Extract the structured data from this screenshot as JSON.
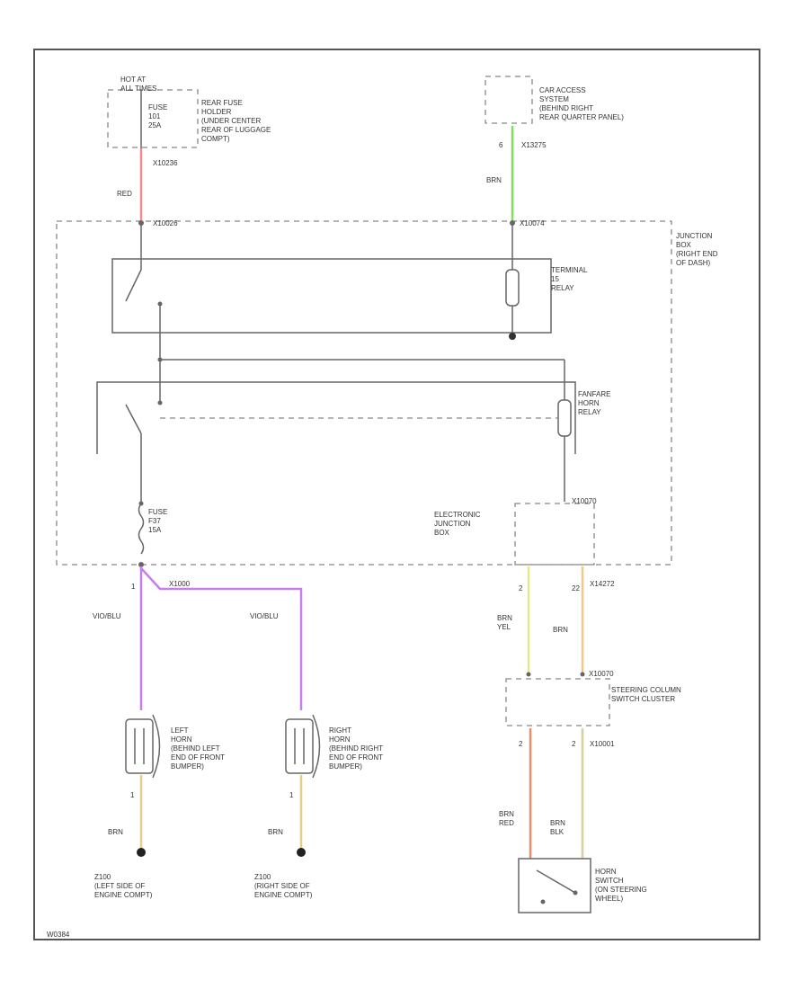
{
  "fuse_source": {
    "hot_label": "HOT AT\nALL TIMES",
    "fuse_label": "FUSE\n101\n25A",
    "location": "REAR FUSE\nHOLDER\n(UNDER CENTER\nREAR OF LUGGAGE\nCOMPT)",
    "connector": "X10236",
    "wire_color": "RED",
    "wire_hex": "#f28a8a"
  },
  "car_access": {
    "label": "CAR ACCESS\nSYSTEM\n(BEHIND RIGHT\nREAR QUARTER PANEL)",
    "pin": "6",
    "connector": "X13275",
    "wire_color": "BRN",
    "wire_hex": "#7fe05a"
  },
  "junction_box": {
    "label": "JUNCTION\nBOX\n(RIGHT END\nOF DASH)",
    "left_connector": "X10026",
    "right_connector": "X10074"
  },
  "terminal_relay": {
    "label": "TERMINAL\n15\nRELAY"
  },
  "fanfare_relay": {
    "label": "FANFARE\nHORN\nRELAY"
  },
  "fuse_horn": {
    "label": "FUSE\nF37\n15A"
  },
  "ejb": {
    "label": "ELECTRONIC\nJUNCTION\nBOX",
    "pin_left": "2",
    "pin_right": "22",
    "connector": "X14272",
    "wire_left_color": "BRN\nYEL",
    "wire_left_hex": "#e8ea8a",
    "wire_right_color": "BRN",
    "wire_right_hex": "#f0c98a",
    "top_connector": "X10070"
  },
  "splice": {
    "pin": "1",
    "connector": "X1000",
    "left_wire": "VIO/BLU",
    "right_wire": "VIO/BLU",
    "wire_hex": "#c77dea"
  },
  "steering_cluster": {
    "label": "STEERING COLUMN\nSWITCH CLUSTER",
    "connector": "X10070",
    "bottom_pin_left": "2",
    "bottom_pin_right": "2",
    "bottom_connector": "X10001",
    "wire_left_color": "BRN\nRED",
    "wire_left_hex": "#f08a6a",
    "wire_right_color": "BRN\nBLK",
    "wire_right_hex": "#d6d0a0"
  },
  "left_horn": {
    "label": "LEFT\nHORN\n(BEHIND LEFT\nEND OF FRONT\nBUMPER)",
    "pin": "1",
    "wire": "BRN",
    "wire_hex": "#e8cc8a",
    "ground": "Z100\n(LEFT SIDE OF\nENGINE COMPT)"
  },
  "right_horn": {
    "label": "RIGHT\nHORN\n(BEHIND RIGHT\nEND OF FRONT\nBUMPER)",
    "pin": "1",
    "wire": "BRN",
    "wire_hex": "#e8cc8a",
    "ground": "Z100\n(RIGHT SIDE OF\nENGINE COMPT)"
  },
  "horn_switch": {
    "label": "HORN\nSWITCH\n(ON STEERING\nWHEEL)"
  },
  "footer_code": "W0384"
}
